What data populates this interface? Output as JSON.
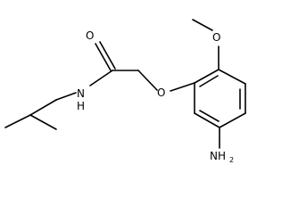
{
  "molecule": {
    "atoms": {
      "carbonyl_oxygen": "O",
      "amide_nitrogen": "N",
      "amide_hydrogen": "H",
      "ether_oxygen": "O",
      "methoxy_oxygen": "O",
      "amine": "NH",
      "amine_subscript": "2"
    }
  }
}
